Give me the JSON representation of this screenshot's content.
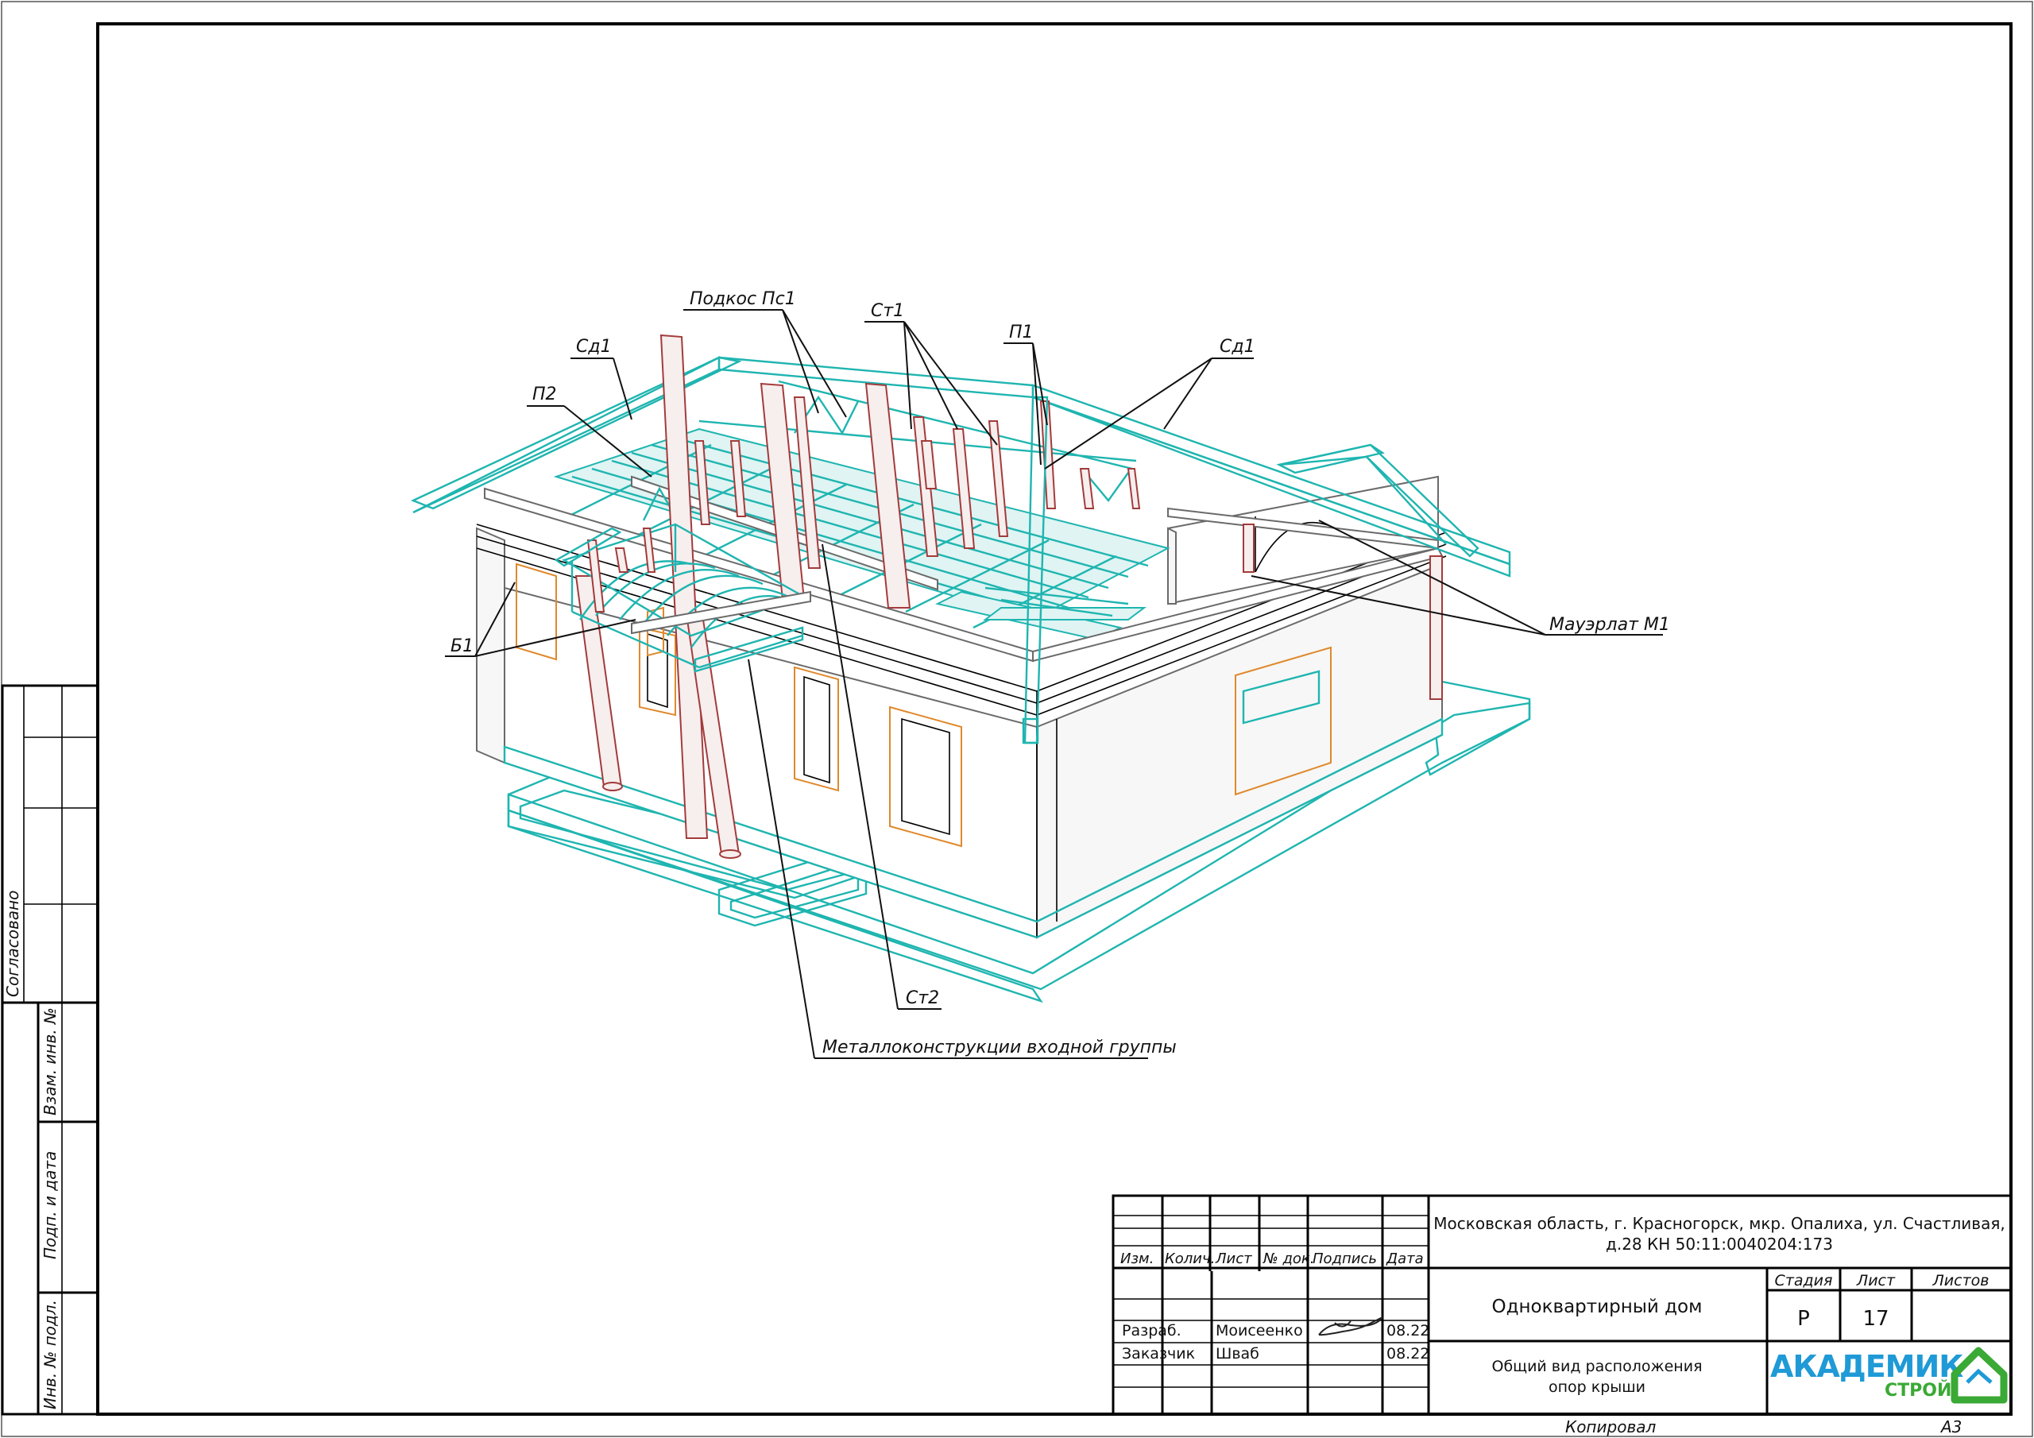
{
  "drawing": {
    "callouts": {
      "sd1_left": "Сд1",
      "p2": "П2",
      "podkos": "Подкос Пс1",
      "st1": "Ст1",
      "p1": "П1",
      "sd1_right": "Сд1",
      "b1": "Б1",
      "mauerlat": "Мауэрлат М1",
      "st2": "Ст2",
      "metal": "Металлоконструкции входной группы"
    }
  },
  "margin": {
    "soglasovano": "Согласовано",
    "vzam": "Взам. инв. №",
    "podp_data": "Подп. и дата",
    "inv_podl": "Инв. № подл."
  },
  "title_block": {
    "address_line1": "Московская область, г. Красногорск, мкр. Опалиха, ул. Счастливая,",
    "address_line2": "д.28 КН 50:11:0040204:173",
    "headers": [
      "Изм.",
      "Колич.",
      "Лист",
      "№ док.",
      "Подпись",
      "Дата"
    ],
    "object": "Однoквартирный дом",
    "stage_label": "Стадия",
    "sheet_label": "Лист",
    "sheets_label": "Листов",
    "stage": "Р",
    "sheet": "17",
    "sheets": "",
    "rows": [
      {
        "role": "Разраб.",
        "name": "Моисеенко",
        "date": "08.22"
      },
      {
        "role": "Заказчик",
        "name": "Шваб",
        "date": "08.22"
      }
    ],
    "sheet_title_line1": "Общий вид расположения",
    "sheet_title_line2": "опор крыши",
    "logo_main": "АКАДЕМИК",
    "logo_sub": "СТРОЙ",
    "colors": {
      "logo_blue": "#1f9ad6",
      "logo_green": "#3aa935"
    }
  },
  "footer": {
    "copied": "Копировал",
    "format": "А3"
  }
}
